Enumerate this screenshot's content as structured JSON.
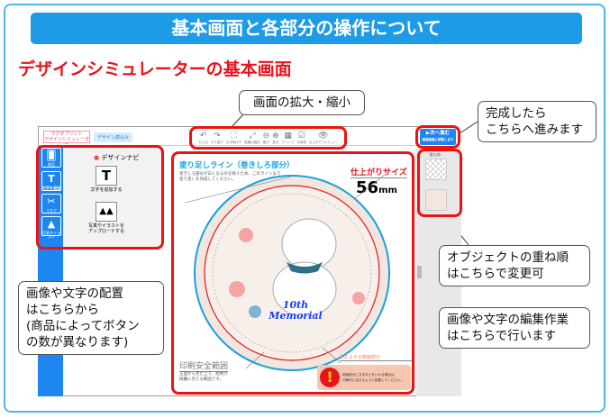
{
  "banner": {
    "title": "基本画面と各部分の操作について"
  },
  "heading": "デザインシミュレーターの基本画面",
  "callouts": {
    "zoom": "画面の拡大・縮小",
    "next": [
      "完成したら",
      "こちらへ進みます"
    ],
    "layers": [
      "オブジェクトの重ね順",
      "はこちらで変更可"
    ],
    "edit": [
      "画像や文字の編集作業",
      "はこちらで行います"
    ],
    "place": [
      "画像や文字の配置",
      "はこちらから",
      "(商品によってボタン",
      "の数が異なります)"
    ]
  },
  "app": {
    "logo": [
      "マグダプリント",
      "デザインシミュレーター"
    ],
    "load_tag": "デザイン読込み",
    "toolbar": [
      {
        "icon": "undo",
        "glyph": "↶",
        "label": "もどる"
      },
      {
        "icon": "redo",
        "glyph": "↷",
        "label": "やり直す"
      },
      {
        "icon": "fit",
        "glyph": "⛶",
        "label": "引き伸ばす"
      },
      {
        "icon": "aspect",
        "glyph": "⤢",
        "label": "縦横比固定"
      },
      {
        "icon": "zoom-out",
        "glyph": "⊖",
        "label": "縮小"
      },
      {
        "icon": "zoom-in",
        "glyph": "⊕",
        "label": "拡大"
      },
      {
        "icon": "grid",
        "glyph": "▦",
        "label": "グリッド"
      },
      {
        "icon": "check",
        "glyph": "☑",
        "label": "仕様書"
      },
      {
        "icon": "preview",
        "glyph": "👁",
        "label": "仕上がりプレビュー"
      }
    ],
    "sidebar": [
      {
        "glyph": "🂠",
        "label": "商品"
      },
      {
        "glyph": "T",
        "label": "文字を追加"
      },
      {
        "glyph": "✂",
        "label": "マスク"
      },
      {
        "glyph": "▲",
        "label": "写真やイラスト"
      }
    ],
    "nav": {
      "title": "デザインナビ",
      "add_text": "文字を追加する",
      "upload": [
        "写真やイラストを",
        "アップロードする"
      ]
    },
    "next_button": [
      "▶次へ進む",
      "確認画面に移動します"
    ],
    "layers_title": "-重ね順-",
    "canvas": {
      "bleed_title": "塗り足しライン（巻きしろ部分）",
      "bleed_desc": [
        "巻きしろ部分が白くなるのを防ぐため、このラインまで",
        "塗り足しを作成してください。"
      ],
      "size_title": "仕上がりサイズ",
      "size_value": "56",
      "size_unit": "mm",
      "design_text": [
        "10th",
        "Memorial"
      ],
      "safe_title": "印刷安全範囲",
      "safe_desc": [
        "正面から見た上で、絵柄が",
        "綺麗に見える範囲です。"
      ],
      "side_label": "おおよその側面部分",
      "warning": [
        "側面部分に文字などをいれる場合は、",
        "印刷内に収まるように配置してください。"
      ]
    }
  }
}
